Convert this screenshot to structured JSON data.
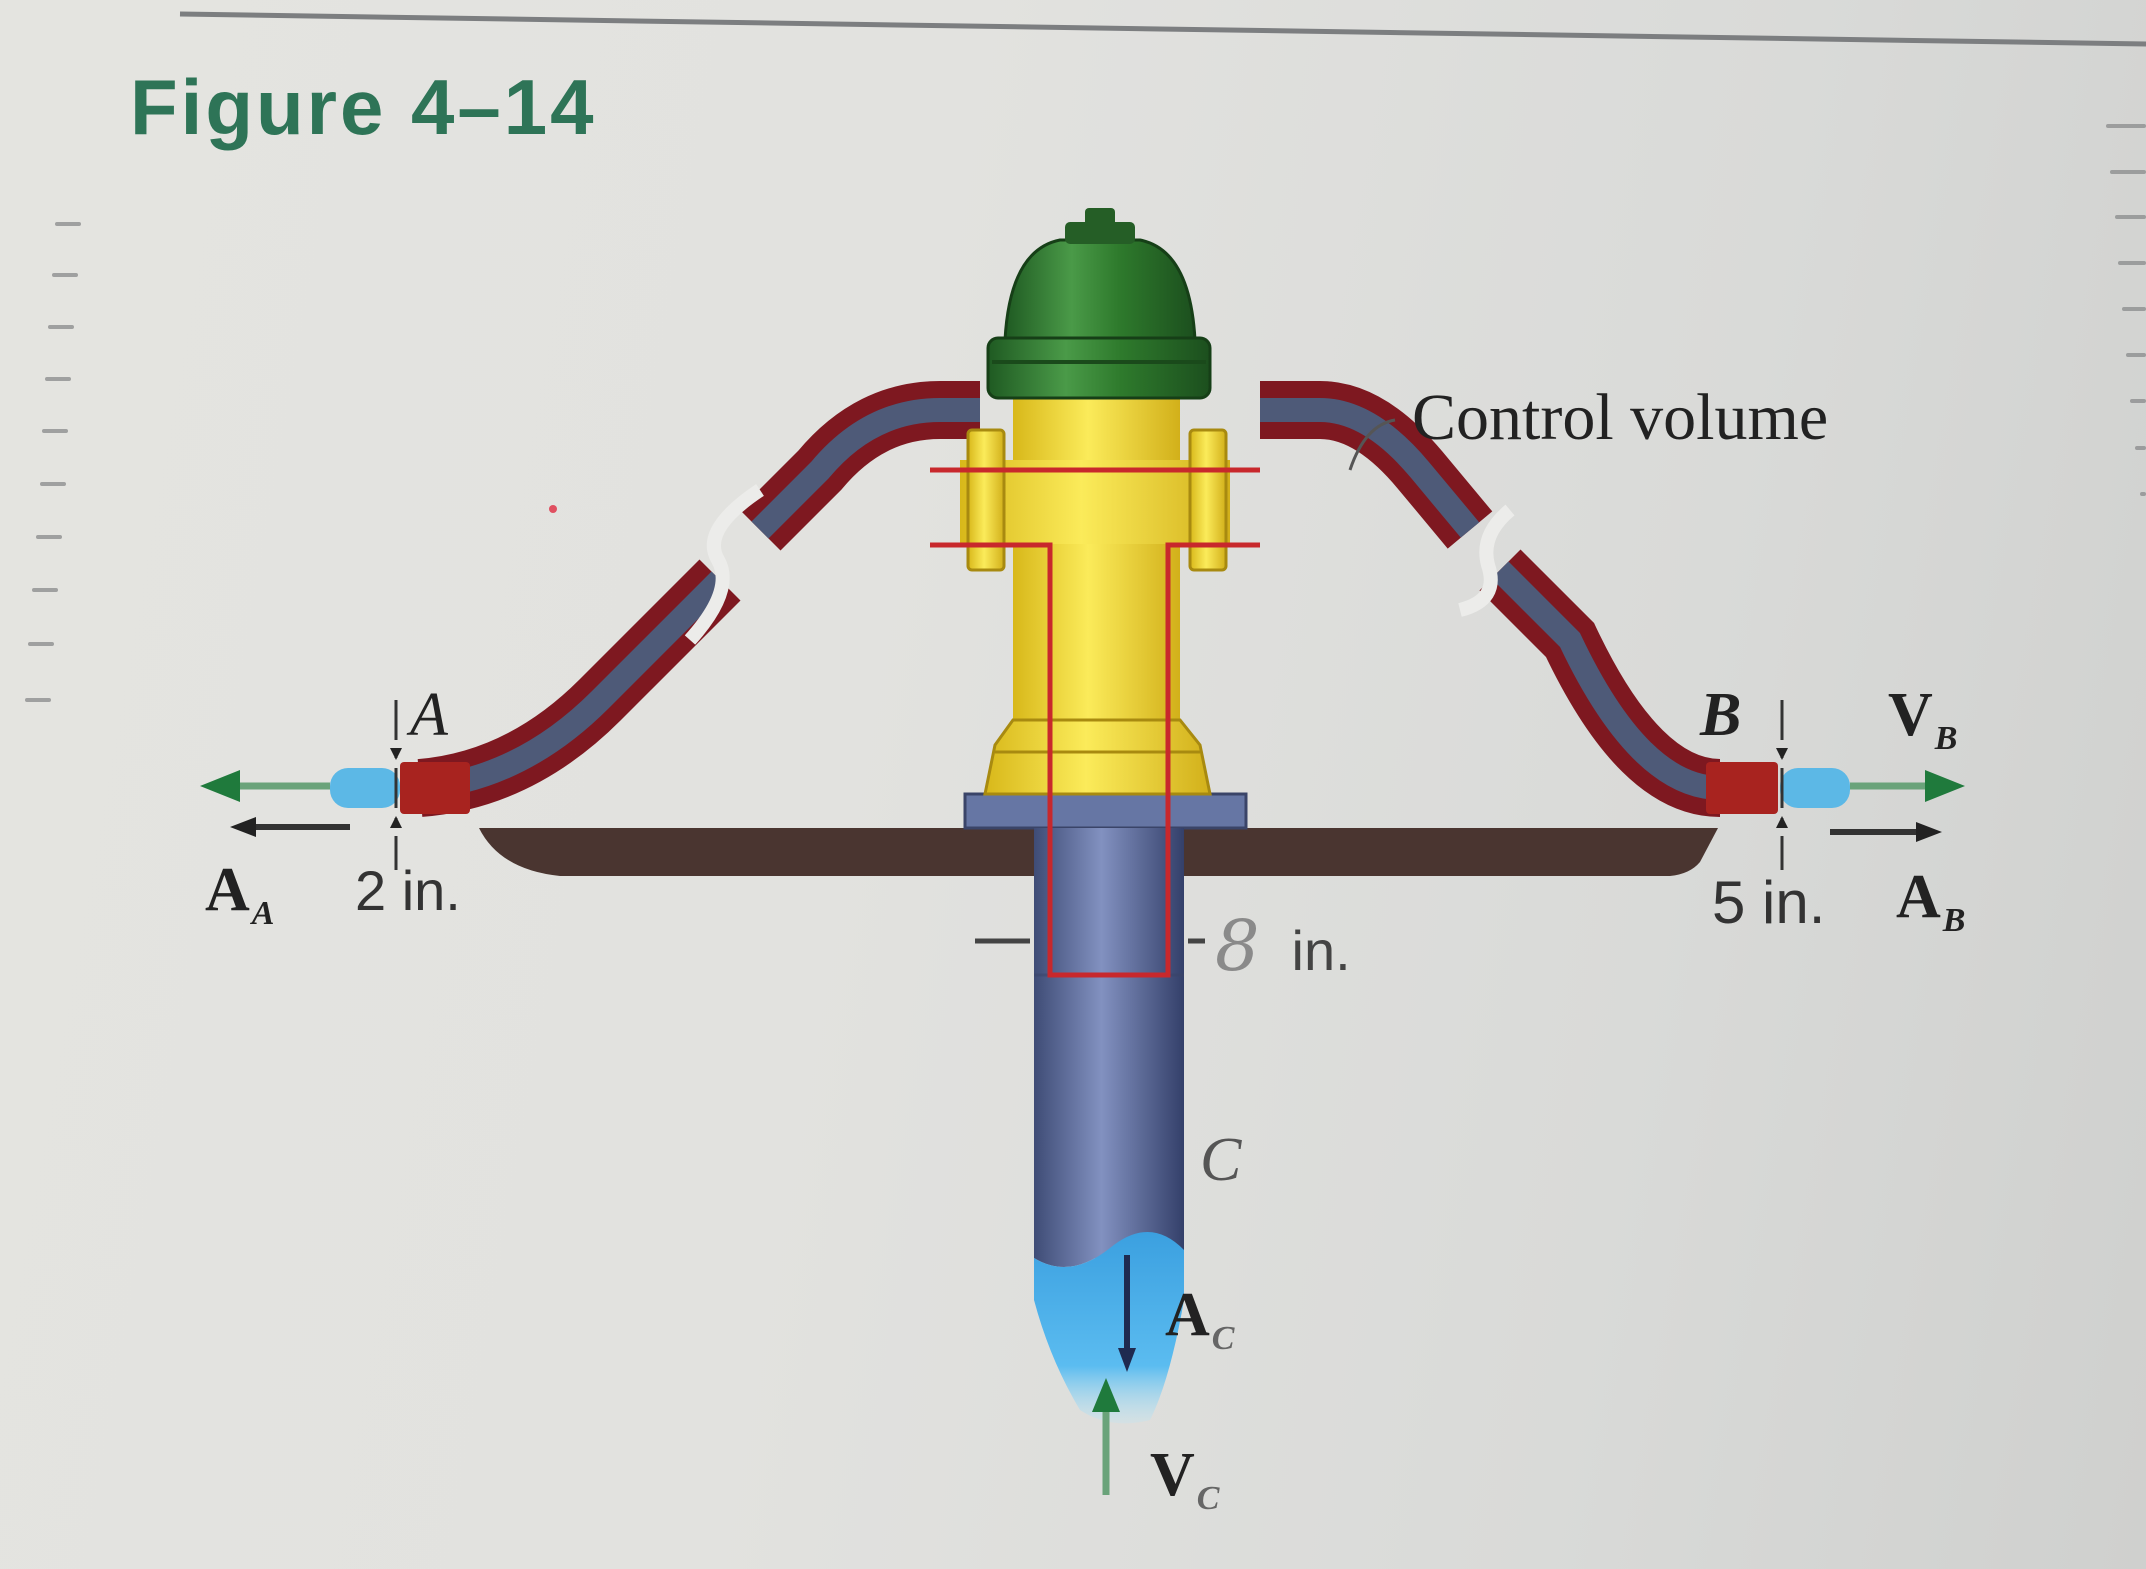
{
  "figure": {
    "title": "Figure 4–14",
    "title_color": "#2e7457"
  },
  "labels": {
    "control_volume": "Control volume",
    "point_a": "A",
    "area_a_symbol": "A",
    "area_a_sub": "A",
    "diameter_a": "2 in.",
    "point_b": "B",
    "velocity_b_symbol": "V",
    "velocity_b_sub": "B",
    "diameter_b": "5 in.",
    "area_b_symbol": "A",
    "area_b_sub": "B",
    "diameter_c_handwritten": "8",
    "diameter_c_unit": "in.",
    "point_c": "C",
    "area_c_symbol": "A",
    "area_c_sub": "C",
    "velocity_c_symbol": "V",
    "velocity_c_sub": "C"
  },
  "components": {
    "hydrant_cap": "green-cap",
    "hydrant_body": "yellow-body",
    "hoses": [
      "left-hose",
      "right-hose"
    ],
    "standpipe": "blue-pipe",
    "ground": "ground-slab",
    "control_volume_outline": "red-outline"
  },
  "colors": {
    "hydrant_cap": "#2f7a2c",
    "hydrant_body": "#f2dc2e",
    "hose_outer": "#8e1c24",
    "hose_inner": "#4e5a78",
    "pipe": "#6676a4",
    "water": "#4aa8e0",
    "velocity_arrow": "#2f8a46",
    "control_volume": "#c8282c",
    "ground": "#4a3530"
  }
}
